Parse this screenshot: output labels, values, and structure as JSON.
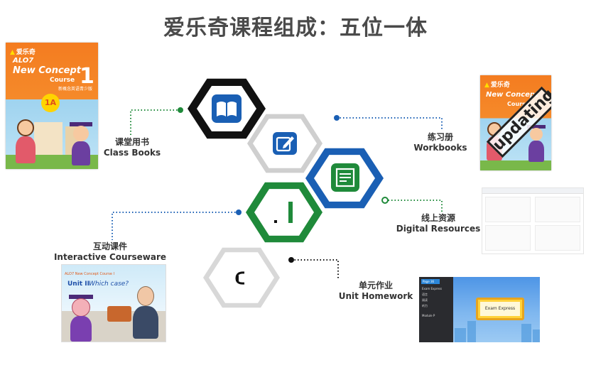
{
  "title": "爱乐奇课程组成：五位一体",
  "components": {
    "class_books": {
      "zh": "课堂用书",
      "en": "Class Books"
    },
    "workbooks": {
      "zh": "练习册",
      "en": "Workbooks"
    },
    "digital_resources": {
      "zh": "线上资源",
      "en": "Digital Resources"
    },
    "interactive_courseware": {
      "zh": "互动课件",
      "en": "Interactive Courseware"
    },
    "unit_homework": {
      "zh": "单元作业",
      "en": "Unit Homework"
    }
  },
  "class_book_cover": {
    "brand": "爱乐奇",
    "series": "ALO7",
    "title": "New Concept",
    "course": "Course",
    "number": "1",
    "subtitle": "新概念英语青少版",
    "level": "1A"
  },
  "workbook_cover": {
    "brand": "爱乐奇",
    "title": "New Concept",
    "course": "Course",
    "stamp": "updating"
  },
  "courseware_screen": {
    "header": "ALO7 New Concept Course I",
    "unit": "Unit II",
    "question": "Which case?"
  },
  "homework_screen": {
    "tab": "Page 36",
    "items": [
      "Exam Express",
      "语言",
      "阅读",
      "听力"
    ],
    "module": "Module P",
    "sign": "Exam Express"
  },
  "colors": {
    "hex_black": "#111111",
    "hex_blue": "#1a5fb4",
    "hex_green": "#1f8a3a",
    "hex_gray": "#d0d0d0",
    "icon_blue": "#1a5fb4",
    "dot_green": "#1f8a3a",
    "dot_blue": "#1a5fb4",
    "dot_black": "#111111"
  },
  "icons": [
    "book-icon",
    "pencil-edit-icon",
    "document-icon",
    "tablet-icon",
    "phone-icon"
  ]
}
